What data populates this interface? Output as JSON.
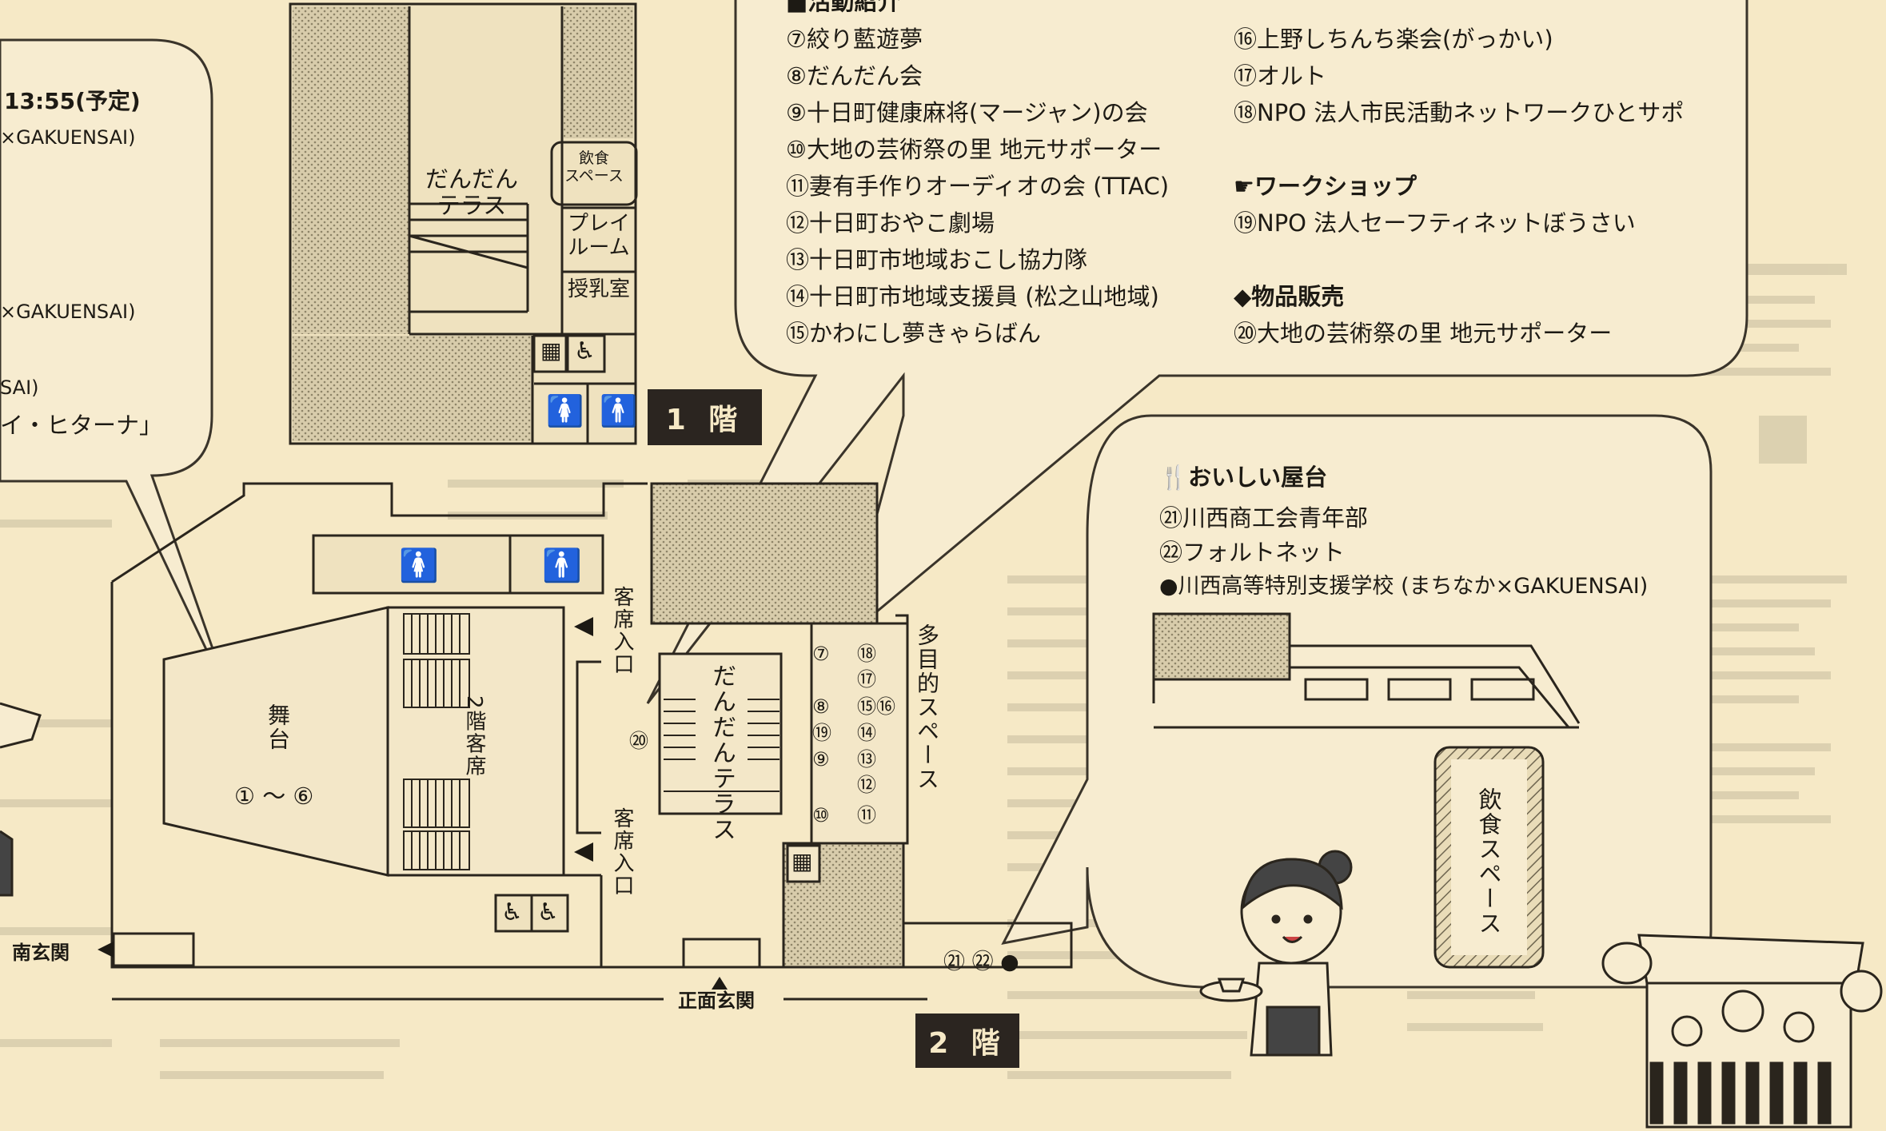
{
  "colors": {
    "paper": "#f6e9c6",
    "ink": "#1d1a14",
    "hatch": "#b9ad90",
    "band": "#2b2520"
  },
  "left_bubble": {
    "time": "13:55(予定)",
    "line1": "×GAKUENSAI)",
    "line2": "×GAKUENSAI)",
    "line3": "SAI)",
    "line4": "イ・ヒターナ」"
  },
  "floor1": {
    "label": "1 階",
    "terrace": "だんだん\nテラス",
    "eating": "飲食\nスペース",
    "playroom": "プレイ\nルーム",
    "nursing": "授乳室",
    "icons": [
      "elevator-icon",
      "wheelchair-icon",
      "female-restroom-icon",
      "male-restroom-icon"
    ]
  },
  "activities": {
    "header": "■活動紹介",
    "left": [
      "⑦絞り藍遊夢",
      "⑧だんだん会",
      "⑨十日町健康麻将(マージャン)の会",
      "⑩大地の芸術祭の里 地元サポーター",
      "⑪妻有手作りオーディオの会 (TTAC)",
      "⑫十日町おやこ劇場",
      "⑬十日町市地域おこし協力隊",
      "⑭十日町市地域支援員 (松之山地域)",
      "⑮かわにし夢きゃらばん"
    ],
    "right": [
      "⑯上野しちんち楽会(がっかい)",
      "⑰オルト",
      "⑱NPO 法人市民活動ネットワークひとサポ"
    ],
    "workshop_header": "ワークショップ",
    "workshop_items": [
      "⑲NPO 法人セーフティネットぼうさい"
    ],
    "sales_header": "◆物品販売",
    "sales_items": [
      "⑳大地の芸術祭の里 地元サポーター"
    ]
  },
  "food": {
    "header": "おいしい屋台",
    "items": [
      "㉑川西商工会青年部",
      "㉒フォルトネット",
      "●川西高等特別支援学校 (まちなか×GAKUENSAI)"
    ],
    "eating_space": "飲食スペース"
  },
  "floor2": {
    "label": "2 階",
    "stage": "舞台",
    "stage_range": "① ～ ⑥",
    "seats": "2階客席",
    "entrance_top": "客席入口",
    "entrance_bottom": "客席入口",
    "terrace": "だんだんテラス",
    "multipurpose": "多目的スペース",
    "south_entrance": "南玄関",
    "main_entrance": "正面玄関",
    "booth_20": "⑳",
    "booth_pairs": [
      [
        "⑦",
        "⑱"
      ],
      [
        "",
        "⑰"
      ],
      [
        "⑧",
        "⑮⑯"
      ],
      [
        "⑲",
        "⑭"
      ],
      [
        "⑨",
        "⑬"
      ],
      [
        "",
        "⑫"
      ],
      [
        "⑩",
        "⑪"
      ]
    ],
    "bottom_booths": "㉑ ㉒ ●"
  }
}
